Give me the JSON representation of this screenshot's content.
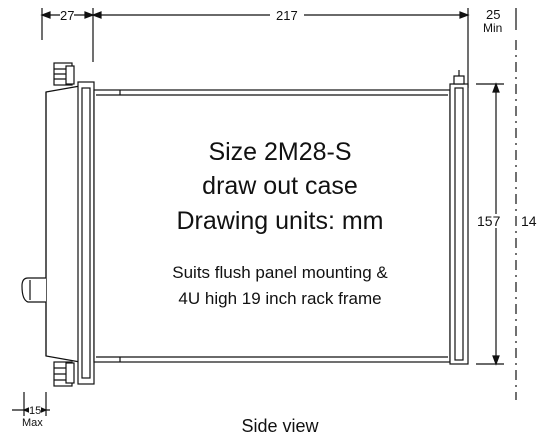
{
  "labels": {
    "title_size": "Size 2M28-S",
    "title_case": "draw out case",
    "title_units": "Drawing units: mm",
    "subtitle_mount": "Suits flush panel mounting &",
    "subtitle_rack": "4U high 19 inch rack frame",
    "caption": "Side view"
  },
  "dimensions": {
    "depth_front": "27",
    "depth_case": "217",
    "clearance_rear": "25",
    "clearance_rear_note": "Min",
    "height_case": "157",
    "height_cutoff": "14",
    "knob_projection": "15",
    "knob_projection_note": "Max"
  },
  "colors": {
    "line": "#111111",
    "background": "#ffffff"
  }
}
